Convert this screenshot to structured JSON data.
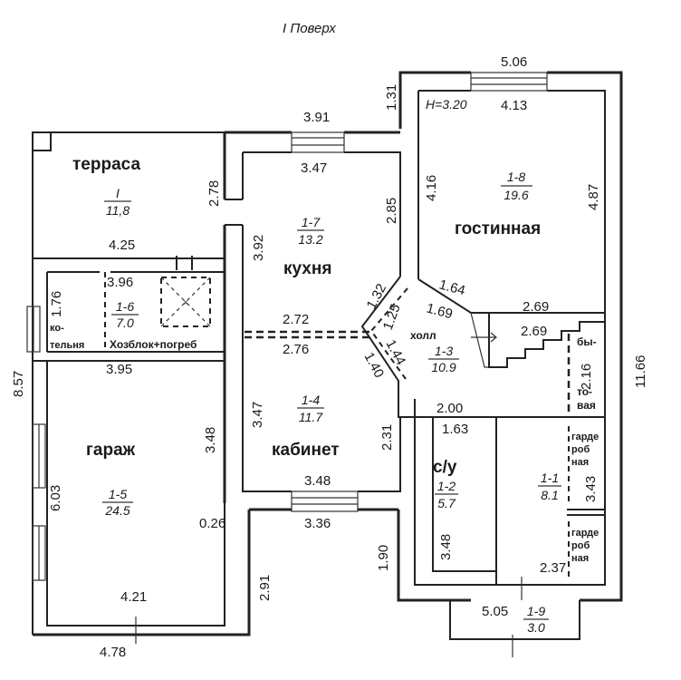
{
  "title": "I Поверх",
  "height_note": "H=3.20",
  "rooms": {
    "terrace": {
      "name": "терраса",
      "code": "I",
      "area": "11,8"
    },
    "kitchen": {
      "name": "кухня",
      "code": "1-7",
      "area": "13.2"
    },
    "living": {
      "name": "гостинная",
      "code": "1-8",
      "area": "19.6"
    },
    "boiler": {
      "name_line1": "ко-",
      "name_line2": "тельня",
      "code": "1-6",
      "area": "7.0",
      "extra": "Хозблок+погреб"
    },
    "hall": {
      "name": "холл",
      "code": "1-3",
      "area": "10.9"
    },
    "utility": {
      "name_line1": "бы-",
      "name_line2": "то-",
      "name_line3": "вая"
    },
    "study": {
      "name": "кабинет",
      "code": "1-4",
      "area": "11.7"
    },
    "garage": {
      "name": "гараж",
      "code": "1-5",
      "area": "24.5"
    },
    "wc": {
      "name": "с/у",
      "code": "1-2",
      "area": "5.7"
    },
    "corridor": {
      "code": "1-1",
      "area": "8.1"
    },
    "wardrobe1": {
      "l1": "гарде",
      "l2": "роб",
      "l3": "ная"
    },
    "wardrobe2": {
      "l1": "гарде",
      "l2": "роб",
      "l3": "ная"
    },
    "porch": {
      "code": "1-9",
      "area": "3.0"
    }
  },
  "dimensions": {
    "top_506": "5.06",
    "top_413": "4.13",
    "w_131": "1.31",
    "w_391": "3.91",
    "k_347": "3.47",
    "k_285": "2.85",
    "g_416": "4.16",
    "g_487": "4.87",
    "t_278": "2.78",
    "t_425": "4.25",
    "k_392": "3.92",
    "b_396": "3.96",
    "b_176": "1.76",
    "h_132": "1.32",
    "h_164": "1.64",
    "h_269a": "2.69",
    "h_169": "1.69",
    "h_269b": "2.69",
    "h_125": "1.25",
    "h_144": "1.44",
    "h_140": "1.40",
    "k_272": "2.72",
    "k_276": "2.76",
    "g_395": "3.95",
    "u_216": "2.16",
    "h_200": "2.00",
    "s_163": "1.63",
    "k_231": "2.31",
    "s_347": "3.47",
    "ga_348": "3.48",
    "l_857": "8.57",
    "r_1166": "11.66",
    "s_348b": "3.48",
    "ga_603": "6.03",
    "ga_026": "0.26",
    "s_336": "3.36",
    "c_343": "3.43",
    "w_348c": "3.48",
    "s_190": "1.90",
    "c_237": "2.37",
    "ga_291": "2.91",
    "ga_421": "4.21",
    "p_505": "5.05",
    "ga_478": "4.78"
  }
}
